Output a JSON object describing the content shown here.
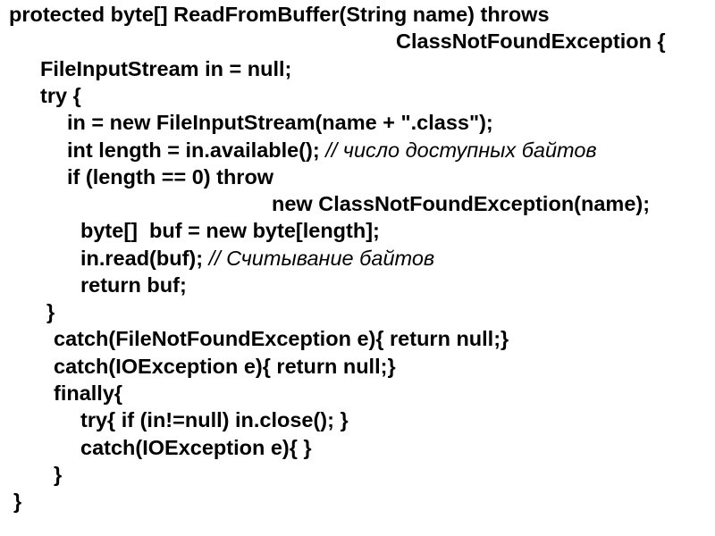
{
  "code": {
    "lines": [
      {
        "text": "protected byte[] ReadFromBuffer(String name) throws",
        "comment": ""
      },
      {
        "text": "ClassNotFoundException {",
        "comment": ""
      },
      {
        "text": "FileInputStream in = null;",
        "comment": ""
      },
      {
        "text": "try {",
        "comment": ""
      },
      {
        "text": "in = new FileInputStream(name + \".class\");",
        "comment": ""
      },
      {
        "text": "int length = in.available(); ",
        "comment": "// число доступных байтов"
      },
      {
        "text": "if (length == 0) throw",
        "comment": ""
      },
      {
        "text": "new ClassNotFoundException(name);",
        "comment": ""
      },
      {
        "text": "byte[]  buf = new byte[length];",
        "comment": ""
      },
      {
        "text": "in.read(buf); ",
        "comment": "// Считывание байтов"
      },
      {
        "text": "return buf;",
        "comment": ""
      },
      {
        "text": "}",
        "comment": ""
      },
      {
        "text": "catch(FileNotFoundException e){ return null;}",
        "comment": ""
      },
      {
        "text": "catch(IOException e){ return null;}",
        "comment": ""
      },
      {
        "text": "finally{",
        "comment": ""
      },
      {
        "text": "try{ if (in!=null) in.close(); }",
        "comment": ""
      },
      {
        "text": "catch(IOException e){ }",
        "comment": ""
      },
      {
        "text": "}",
        "comment": ""
      },
      {
        "text": "}",
        "comment": ""
      }
    ]
  }
}
